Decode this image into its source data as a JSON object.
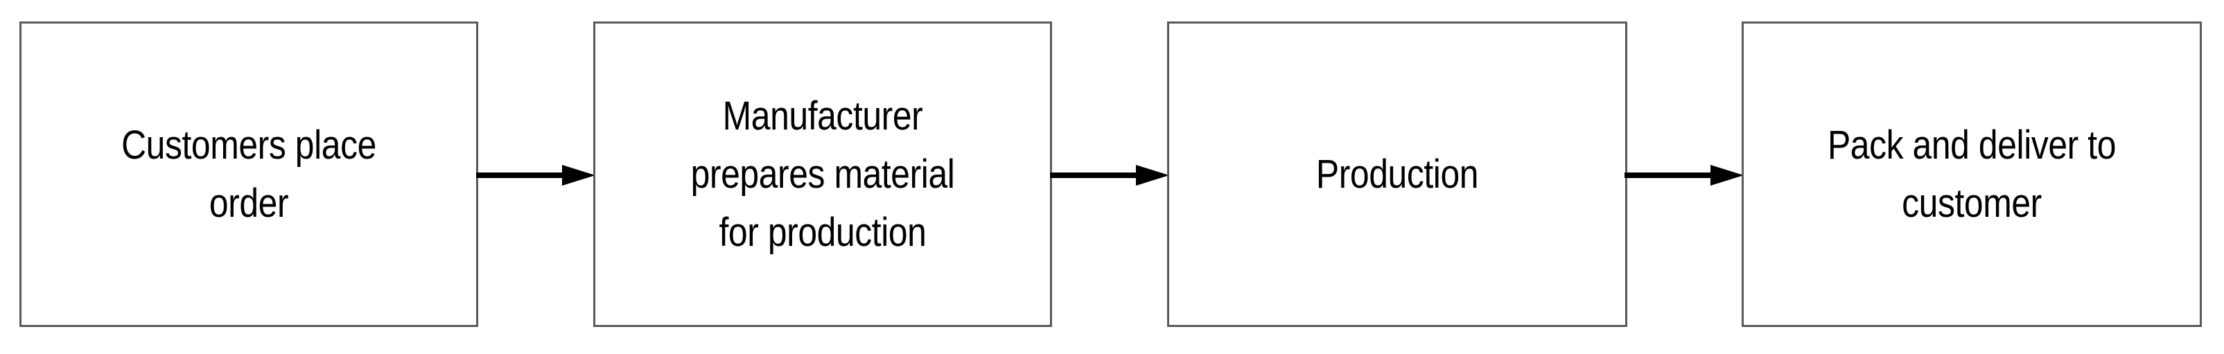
{
  "diagram": {
    "type": "process-flow",
    "orientation": "left-to-right",
    "background_color": "#ffffff",
    "node_border_color": "#595959",
    "node_fill_color": "#ffffff",
    "arrow_color": "#000000",
    "text_color": "#000000",
    "nodes": [
      {
        "id": "node-1",
        "label": "Customers place\norder"
      },
      {
        "id": "node-2",
        "label": "Manufacturer\nprepares material\nfor production"
      },
      {
        "id": "node-3",
        "label": "Production"
      },
      {
        "id": "node-4",
        "label": "Pack and deliver to\ncustomer"
      }
    ],
    "connectors": [
      {
        "id": "arrow-1",
        "icon": "arrow-right-icon",
        "from": "node-1",
        "to": "node-2"
      },
      {
        "id": "arrow-2",
        "icon": "arrow-right-icon",
        "from": "node-2",
        "to": "node-3"
      },
      {
        "id": "arrow-3",
        "icon": "arrow-right-icon",
        "from": "node-3",
        "to": "node-4"
      }
    ]
  }
}
